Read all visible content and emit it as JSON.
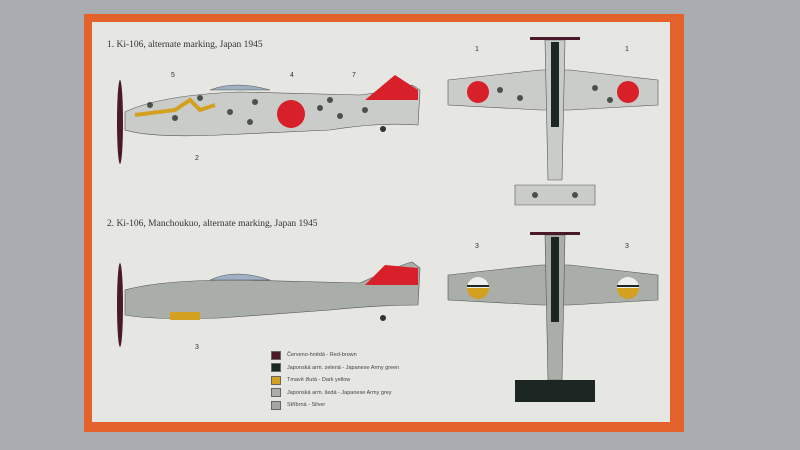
{
  "profiles": [
    {
      "title": "1. Ki-106, alternate marking, Japan 1945",
      "callouts": [
        "5",
        "4",
        "7",
        "2"
      ],
      "plan_callouts": [
        "1",
        "1"
      ]
    },
    {
      "title": "2. Ki-106, Manchoukuo, alternate marking, Japan 1945",
      "callouts": [
        "3"
      ],
      "plan_callouts": [
        "3",
        "3"
      ]
    }
  ],
  "legend": [
    {
      "label": "Červeno-hnědá - Red-brown",
      "color": "#4a1a2a"
    },
    {
      "label": "Japonská arm. zelená - Japanese Army green",
      "color": "#1c2622"
    },
    {
      "label": "Tmavě žlutá - Dark yellow",
      "color": "#d4a020"
    },
    {
      "label": "Japonská arm. šedá - Japanese Army grey",
      "color": "#a9aea8"
    },
    {
      "label": "Stříbrná - Silver",
      "color": "#a4a6a4"
    }
  ],
  "colors": {
    "box": "#e4632a",
    "sheet": "#e6e6e3",
    "hinomaru": "#d8202a"
  }
}
